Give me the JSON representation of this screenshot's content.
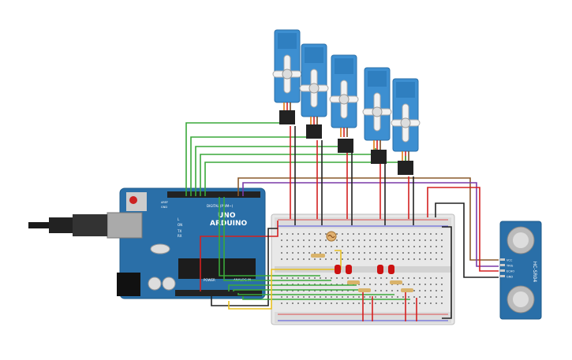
{
  "arduino": {
    "brand": "ARDUINO",
    "model": "UNO",
    "digital_label": "DIGITAL (PWM~)",
    "power_label": "POWER",
    "analog_label": "ANALOG IN",
    "on_label": "ON",
    "tx_label": "TX",
    "rx_label": "RX",
    "l_label": "L",
    "aref_label": "AREF",
    "gnd_label": "GND"
  },
  "sensor": {
    "model": "HC-SR04",
    "pins": [
      "VCC",
      "TRIG",
      "ECHO",
      "GND"
    ]
  },
  "servo_count": 5,
  "led_count": 4,
  "colors": {
    "board": "#2a6fa8",
    "servo": "#3d8fd1",
    "wire_green": "#3aa83a",
    "wire_red": "#d42020",
    "wire_black": "#222222",
    "wire_yellow": "#e8c020",
    "wire_brown": "#8a5a2b",
    "wire_purple": "#7a3aa8",
    "led": "#cc1111"
  }
}
